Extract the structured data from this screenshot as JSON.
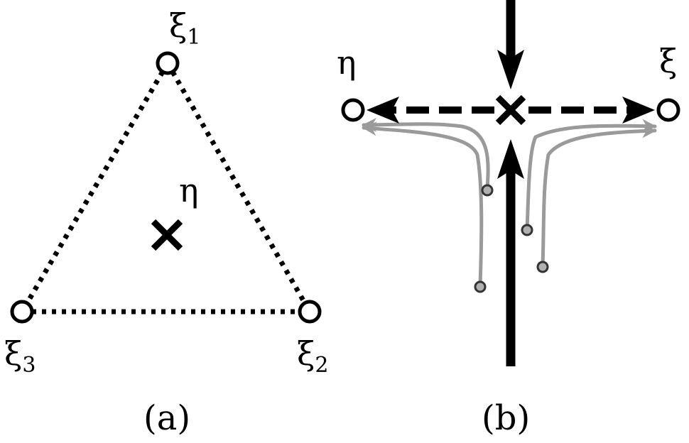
{
  "colors": {
    "ink": "#000000",
    "trajectory": "#9a9a9a",
    "start_point_fill": "#b0b0b0",
    "background": "#ffffff"
  },
  "panel_a": {
    "caption": "(a)",
    "vertices": [
      {
        "symbol": "ξ",
        "subscript": "1"
      },
      {
        "symbol": "ξ",
        "subscript": "2"
      },
      {
        "symbol": "ξ",
        "subscript": "3"
      }
    ],
    "point_label": "η",
    "point_marker": "cross-icon",
    "edge_style": "dotted"
  },
  "panel_b": {
    "caption": "(b)",
    "left_point_label": "η",
    "right_point_label": "ξ",
    "center_marker": "cross-icon",
    "horizontal_arrows_style": "dashed",
    "vertical_arrows_style": "solid",
    "trajectory_count": 4
  }
}
